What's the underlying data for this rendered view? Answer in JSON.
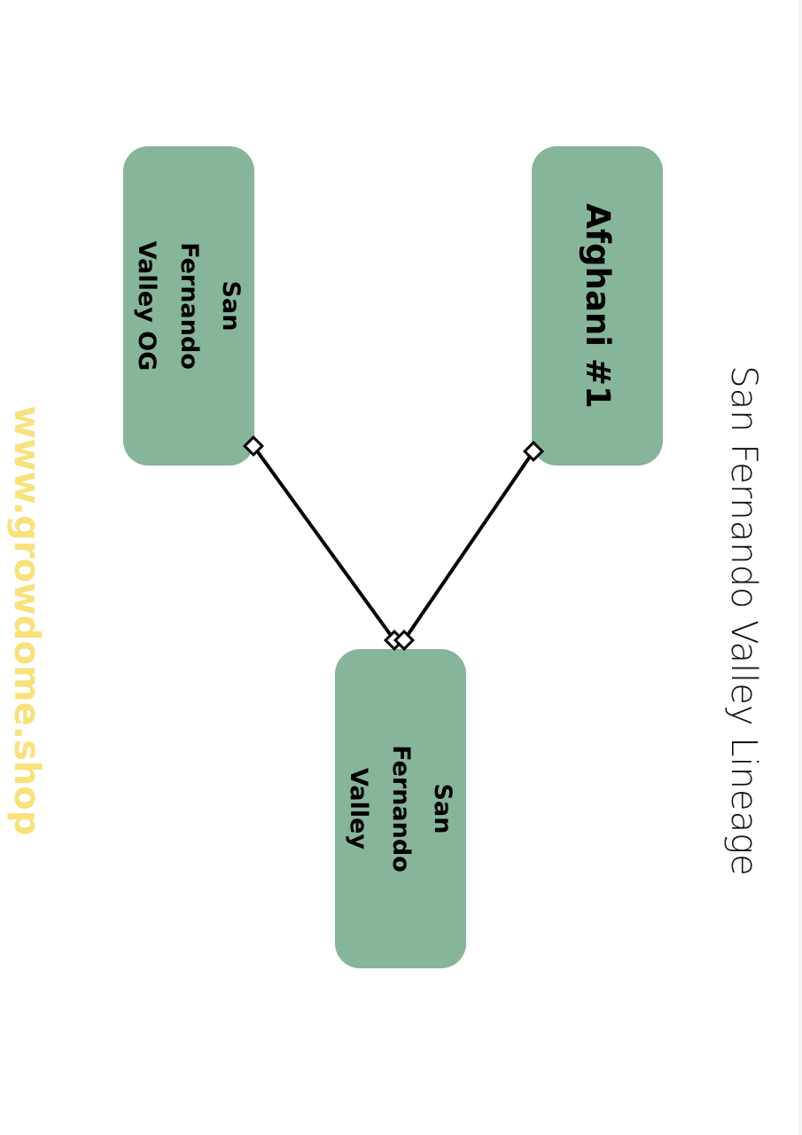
{
  "title": "San Fernando Valley Lineage",
  "watermark": "www.growdome.shop",
  "colors": {
    "node_fill": "#87b59a",
    "text": "#000000",
    "line": "#000000",
    "watermark": "#f7e27d"
  },
  "nodes": {
    "parent_left": {
      "label": "San\nFernando\nValley OG"
    },
    "parent_right": {
      "label": "Afghani #1"
    },
    "child": {
      "label": "San\nFernando\nValley"
    }
  },
  "edges": [
    {
      "from": "San Fernando Valley OG",
      "to": "San Fernando Valley"
    },
    {
      "from": "Afghani #1",
      "to": "San Fernando Valley"
    }
  ]
}
